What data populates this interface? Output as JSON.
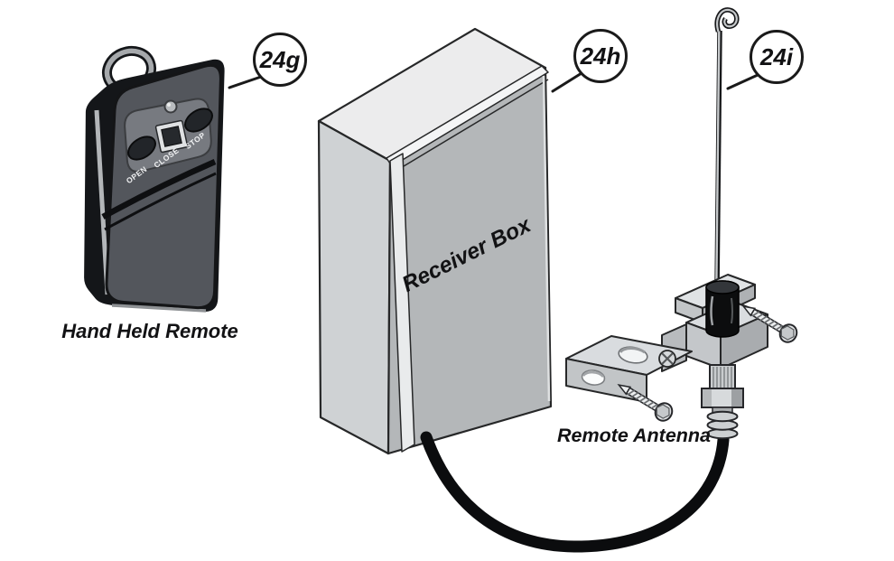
{
  "figure": {
    "callouts": [
      {
        "label": "24g",
        "part": "Hand Held Remote"
      },
      {
        "label": "24h",
        "part": "Receiver Box"
      },
      {
        "label": "24i",
        "part": "Remote Antenna"
      }
    ],
    "remote": {
      "caption": "Hand Held Remote",
      "buttons": [
        "OPEN",
        "CLOSE",
        "STOP"
      ]
    },
    "receiver_box": {
      "face_text": "Receiver Box"
    },
    "antenna": {
      "caption": "Remote Antenna"
    },
    "colors": {
      "background": "#ffffff",
      "outline": "#262728",
      "ink": "#121214",
      "cable": "#0b0c0e",
      "box_front": "#b4b7b9",
      "box_top": "#ececed",
      "box_side": "#cfd2d4",
      "remote_body": "#53565c",
      "remote_panel": "#777a80",
      "button_face": "#222529",
      "metal_light": "#dadde0",
      "metal_mid": "#c2c5c7",
      "metal_dark": "#a9acaf"
    }
  }
}
